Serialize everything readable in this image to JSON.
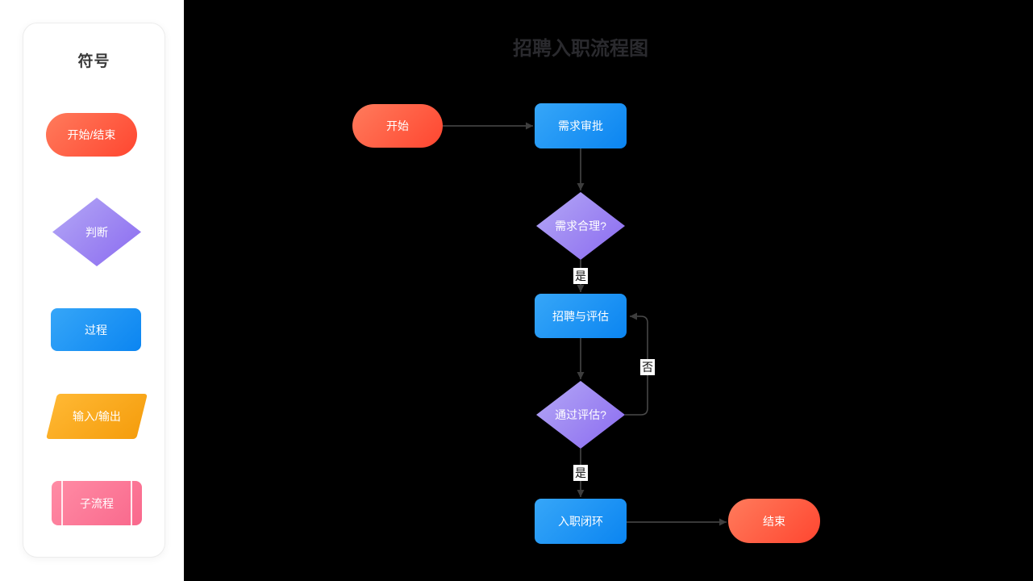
{
  "sidebar": {
    "title": "符号",
    "items": [
      {
        "label": "开始/结束",
        "shape": "rounded-pill",
        "color_start": "#ff7b5c",
        "color_end": "#ff4630"
      },
      {
        "label": "判断",
        "shape": "diamond",
        "color_start": "#b4a8f5",
        "color_end": "#8a6af0"
      },
      {
        "label": "过程",
        "shape": "rectangle",
        "color_start": "#36a6f8",
        "color_end": "#0b85f1"
      },
      {
        "label": "输入/输出",
        "shape": "parallelogram",
        "color_start": "#ffb833",
        "color_end": "#f59d0d"
      },
      {
        "label": "子流程",
        "shape": "subprocess",
        "color_start": "#ff8ca5",
        "color_end": "#f9688c"
      }
    ]
  },
  "canvas": {
    "title": "招聘入职流程图",
    "nodes": [
      {
        "id": "start",
        "label": "开始",
        "type": "start-end"
      },
      {
        "id": "approval",
        "label": "需求审批",
        "type": "process"
      },
      {
        "id": "reasonable",
        "label": "需求合理?",
        "type": "decision"
      },
      {
        "id": "recruit",
        "label": "招聘与评估",
        "type": "process"
      },
      {
        "id": "evaluate",
        "label": "通过评估?",
        "type": "decision"
      },
      {
        "id": "onboard",
        "label": "入职闭环",
        "type": "process"
      },
      {
        "id": "end",
        "label": "结束",
        "type": "start-end"
      }
    ],
    "edge_labels": {
      "yes1": "是",
      "no": "否",
      "yes2": "是"
    },
    "edge_color": "#4a4a4a",
    "background_color": "#000000",
    "title_color": "#2a2a2e"
  }
}
